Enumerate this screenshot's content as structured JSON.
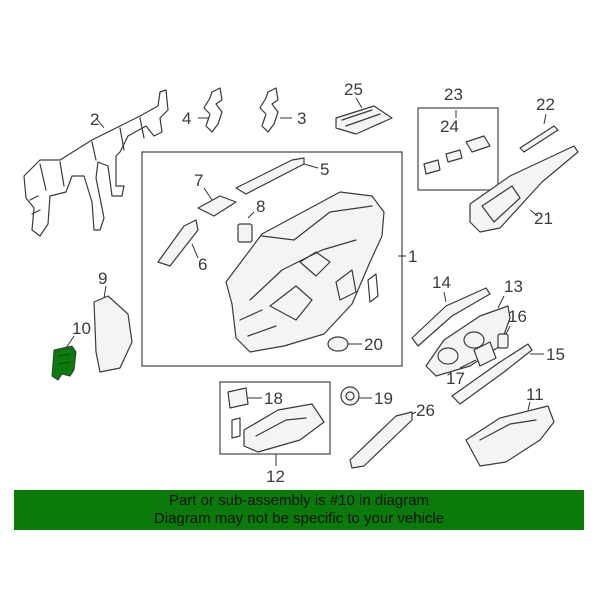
{
  "callouts": {
    "c1": "1",
    "c2": "2",
    "c3": "3",
    "c4": "4",
    "c5": "5",
    "c6": "6",
    "c7": "7",
    "c8": "8",
    "c9": "9",
    "c10": "10",
    "c11": "11",
    "c12": "12",
    "c13": "13",
    "c14": "14",
    "c15": "15",
    "c16": "16",
    "c17": "17",
    "c18": "18",
    "c19": "19",
    "c20": "20",
    "c21": "21",
    "c22": "22",
    "c23": "23",
    "c24": "24",
    "c25": "25",
    "c26": "26"
  },
  "colors": {
    "highlight_part": "#0a7a0a",
    "banner_bg": "#0a7a0a"
  },
  "banner": {
    "line1": "Part or sub-assembly is #10 in diagram",
    "line2": "Diagram may not be specific to your vehicle"
  }
}
